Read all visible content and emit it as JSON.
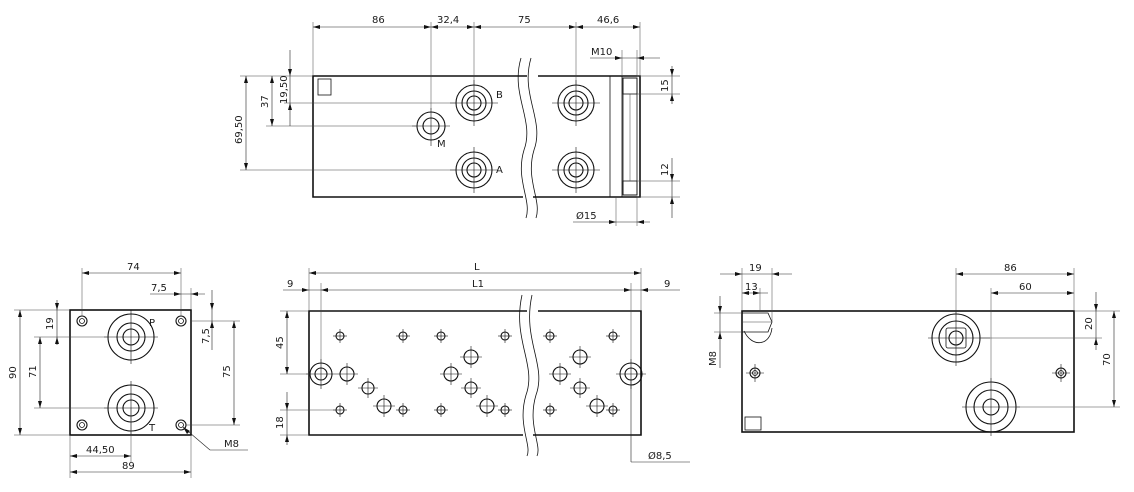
{
  "top_view": {
    "dims": {
      "d86": "86",
      "d32_4": "32,4",
      "d75": "75",
      "d46_6": "46,6",
      "m10": "M10",
      "d15": "15",
      "d12": "12",
      "phi15": "Ø15",
      "d19_50": "19,50",
      "d37": "37",
      "d69_50": "69,50"
    },
    "port_labels": {
      "b": "B",
      "a": "A",
      "m": "M"
    }
  },
  "left_view": {
    "dims": {
      "d74": "74",
      "d7_5_top": "7,5",
      "d7_5_side": "7,5",
      "d19": "19",
      "d71": "71",
      "d90": "90",
      "d75": "75",
      "d44_50": "44,50",
      "d89": "89",
      "m8": "M8"
    },
    "port_labels": {
      "p": "P",
      "t": "T"
    }
  },
  "front_view": {
    "dims": {
      "l": "L",
      "l1": "L1",
      "d9_left": "9",
      "d9_right": "9",
      "d45": "45",
      "d18": "18",
      "phi8_5": "Ø8,5"
    }
  },
  "right_view": {
    "dims": {
      "d19": "19",
      "d13": "13",
      "d86": "86",
      "d60": "60",
      "d20": "20",
      "d70": "70",
      "m8": "M8"
    }
  }
}
